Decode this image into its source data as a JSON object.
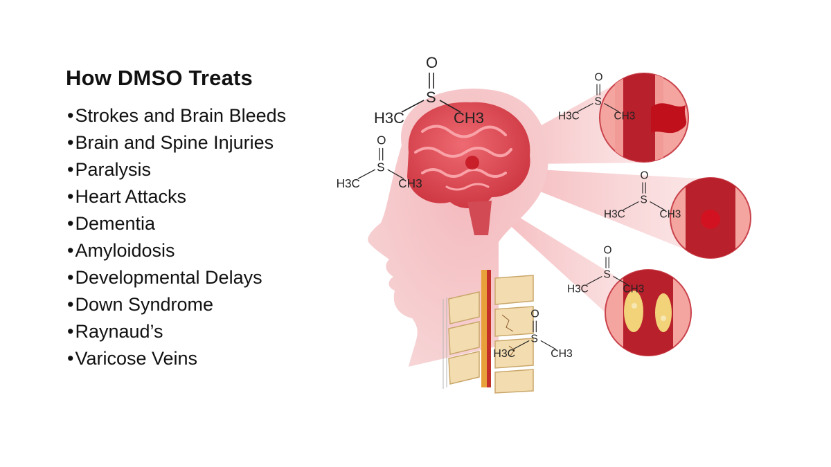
{
  "heading": "How DMSO Treats",
  "bullet_char": "•",
  "conditions": [
    "Strokes and Brain Bleeds",
    "Brain and Spine Injuries",
    "Paralysis",
    "Heart Attacks",
    "Dementia",
    "Amyloidosis",
    "Developmental Delays",
    "Down Syndrome",
    "Raynaud’s",
    "Varicose Veins"
  ],
  "molecule": {
    "oxygen": "O",
    "sulfur": "S",
    "left_group": "H3C",
    "right_group": "CH3"
  },
  "colors": {
    "text": "#111111",
    "head_skin": "#f3c3c6",
    "brain": "#d9444e",
    "brain_light": "#ef7b82",
    "vessel_wall": "#b8202c",
    "vessel_outer": "#f29a96",
    "blood": "#c0101c",
    "bone": "#f3ddb0",
    "plaque": "#f2d37a"
  }
}
